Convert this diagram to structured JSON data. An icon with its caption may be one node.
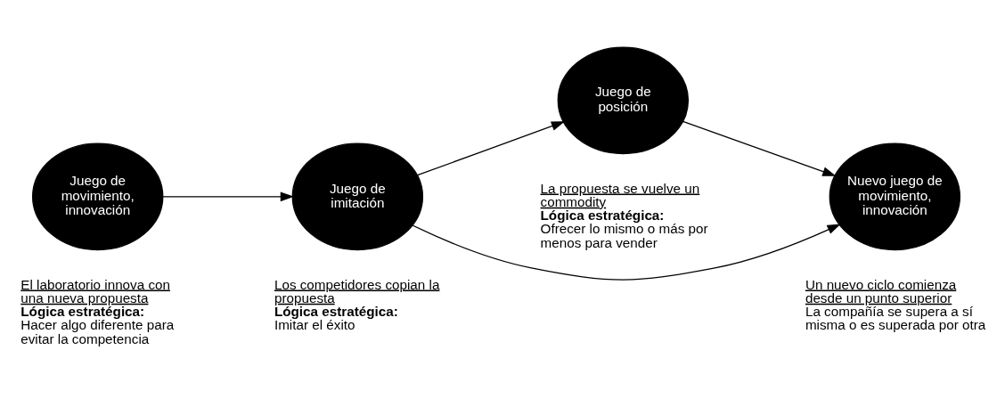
{
  "diagram": {
    "nodes": [
      {
        "text": [
          "Juego de movimiento, innovación"
        ],
        "beside": [
          "El laboratorio innova con una nueva propuesta",
          "Lógica estratégica:",
          "Hacer algo diferente para evitar la competencia"
        ]
      },
      {
        "text": [
          "Juego de imitación"
        ],
        "beside": [
          "Los competidores copian la propuesta",
          "Lógica estratégica:",
          "Imitar el éxito"
        ]
      },
      {
        "text": [
          "Juego de posición"
        ],
        "beside": [
          "La propuesta se vuelve un commodity",
          "Lógica estratégica:",
          "Ofrecer lo mismo o más por menos para vender"
        ]
      },
      {
        "text": [
          "Nuevo juego de movimiento, innovación"
        ],
        "beside": [
          "Un nuevo ciclo comienza desde un punto superior",
          "La compañía se supera a sí misma o es superada por otra"
        ]
      }
    ],
    "edges": [
      {
        "from": 0,
        "to": 1,
        "arrow": "to"
      },
      {
        "from": 1,
        "to": 2,
        "arrow": "to"
      },
      {
        "from": 2,
        "to": 3,
        "arrow": "to"
      },
      {
        "from": 1,
        "to": 3,
        "arrow": "to"
      }
    ]
  }
}
